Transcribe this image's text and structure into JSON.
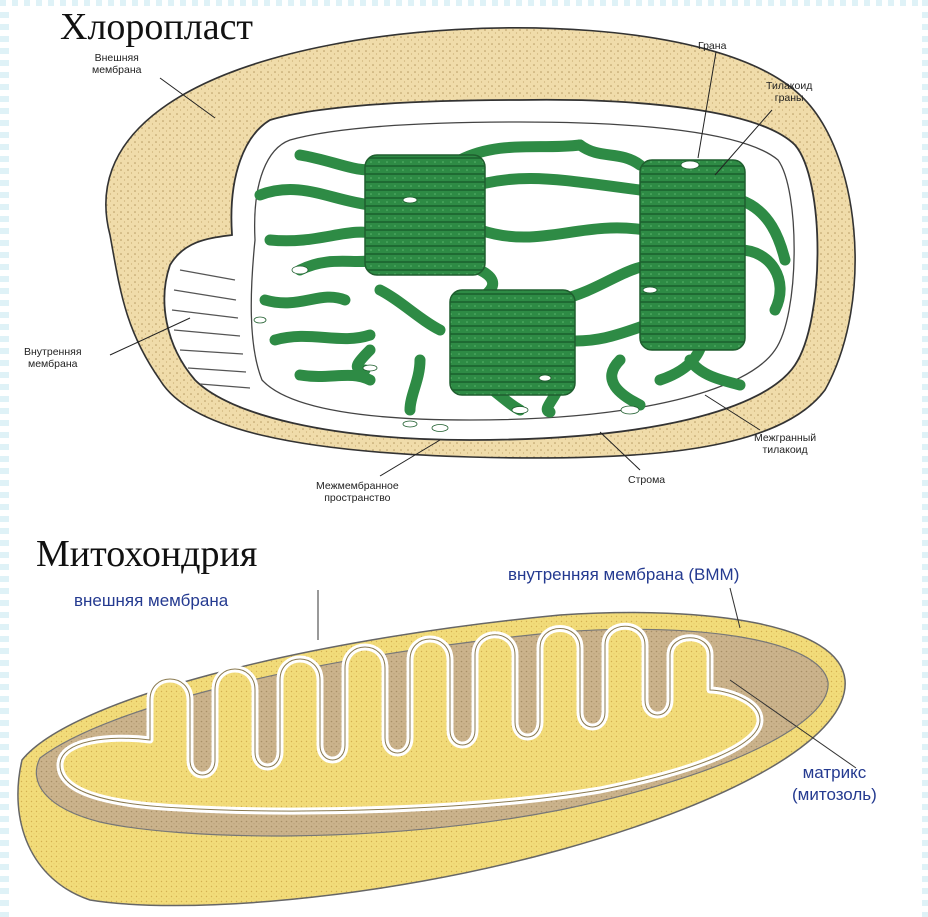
{
  "chloroplast": {
    "title": "Хлоропласт",
    "labels": {
      "outer_membrane": [
        "Внешняя",
        "мембрана"
      ],
      "granum": "Грана",
      "granum_thylakoid": [
        "Тилакоид",
        "граны"
      ],
      "inner_membrane": [
        "Внутренняя",
        "мембрана"
      ],
      "intergranal_thylakoid": [
        "Межгранный",
        "тилакоид"
      ],
      "intermembrane_space": [
        "Межмембранное",
        "пространство"
      ],
      "stroma": "Строма"
    }
  },
  "mitochondrion": {
    "title": "Митохондрия",
    "labels": {
      "outer_membrane": "внешняя мембрана",
      "inner_membrane": "внутренняя мембрана (ВММ)",
      "matrix": [
        "матрикс",
        "(митозоль)"
      ]
    }
  },
  "colors": {
    "chloroplast_envelope": "#f0dcaa",
    "thylakoid_green": "#2e8b45",
    "mito_yellow": "#f2dc7a",
    "label_blue": "#243a90"
  }
}
